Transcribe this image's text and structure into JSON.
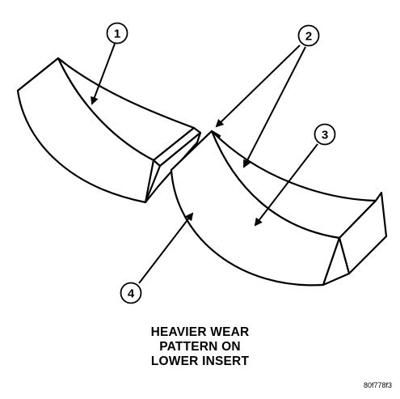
{
  "callouts": [
    {
      "label": "1"
    },
    {
      "label": "2"
    },
    {
      "label": "3"
    },
    {
      "label": "4"
    }
  ],
  "caption": {
    "line1": "HEAVIER WEAR",
    "line2": "PATTERN ON",
    "line3": "LOWER INSERT"
  },
  "figure_id": "80f778f3",
  "colors": {
    "ink": "#000000",
    "background": "#ffffff"
  }
}
